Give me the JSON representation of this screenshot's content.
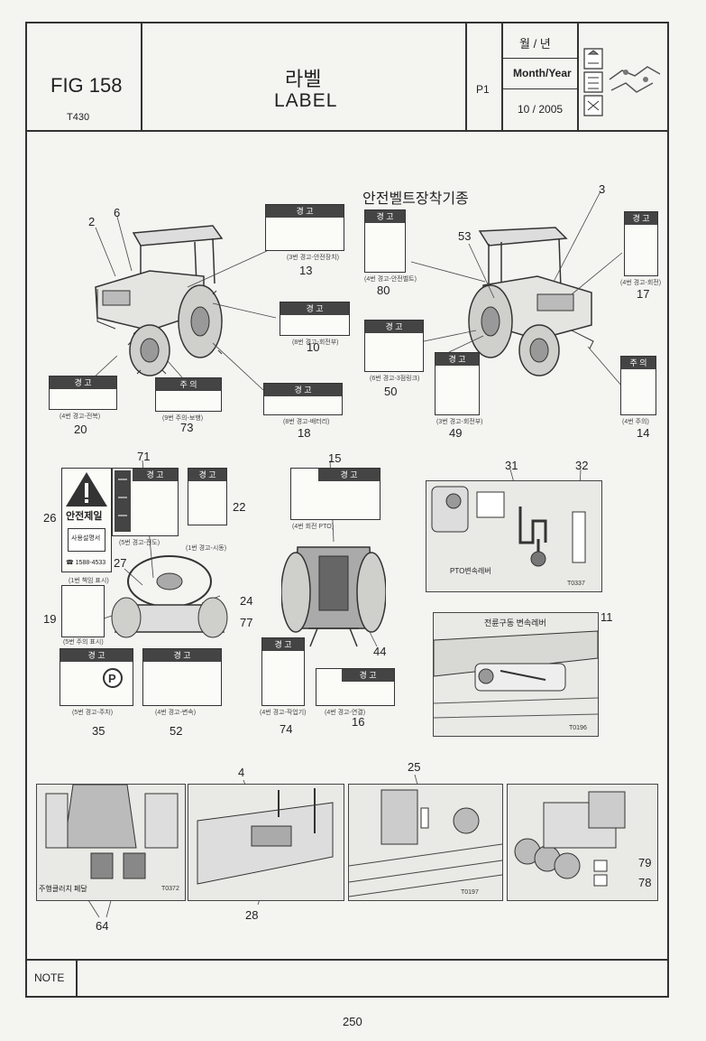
{
  "header": {
    "fig": "FIG 158",
    "model": "T430",
    "title_kr": "라벨",
    "title_en": "LABEL",
    "page_code": "P1",
    "date_kr": "월 / 년",
    "date_en": "Month/Year",
    "date_value": "10 / 2005"
  },
  "safety_belt_note": "안전벨트장착기종",
  "part_numbers": {
    "n2": "2",
    "n6": "6",
    "n13": "13",
    "n10": "10",
    "n18": "18",
    "n20": "20",
    "n73": "73",
    "n3": "3",
    "n53": "53",
    "n80": "80",
    "n17": "17",
    "n50": "50",
    "n49": "49",
    "n14": "14",
    "n71": "71",
    "n26": "26",
    "n22": "22",
    "n27": "27",
    "n19": "19",
    "n24": "24",
    "n77": "77",
    "n35": "35",
    "n52": "52",
    "n15": "15",
    "n44": "44",
    "n74": "74",
    "n16": "16",
    "n31": "31",
    "n32": "32",
    "n11": "11",
    "n4": "4",
    "n25": "25",
    "n64": "64",
    "n28": "28",
    "n79": "79",
    "n78": "78"
  },
  "label_heads": {
    "warning": "경 고",
    "caution": "주 의"
  },
  "label_26": {
    "top": "안전제일",
    "book": "사용설명서",
    "phone": "☎ 1588-4533"
  },
  "detail_texts": {
    "pto_lever": "PTO변속레버",
    "front_wheel_lever": "전륜구동 변속레버",
    "main_clutch": "주행클러치 페달",
    "code_t0337": "T0337",
    "code_t0196": "T0196",
    "code_t0372": "T0372",
    "code_t0197": "T0197"
  },
  "note_label": "NOTE",
  "page_number": "250"
}
